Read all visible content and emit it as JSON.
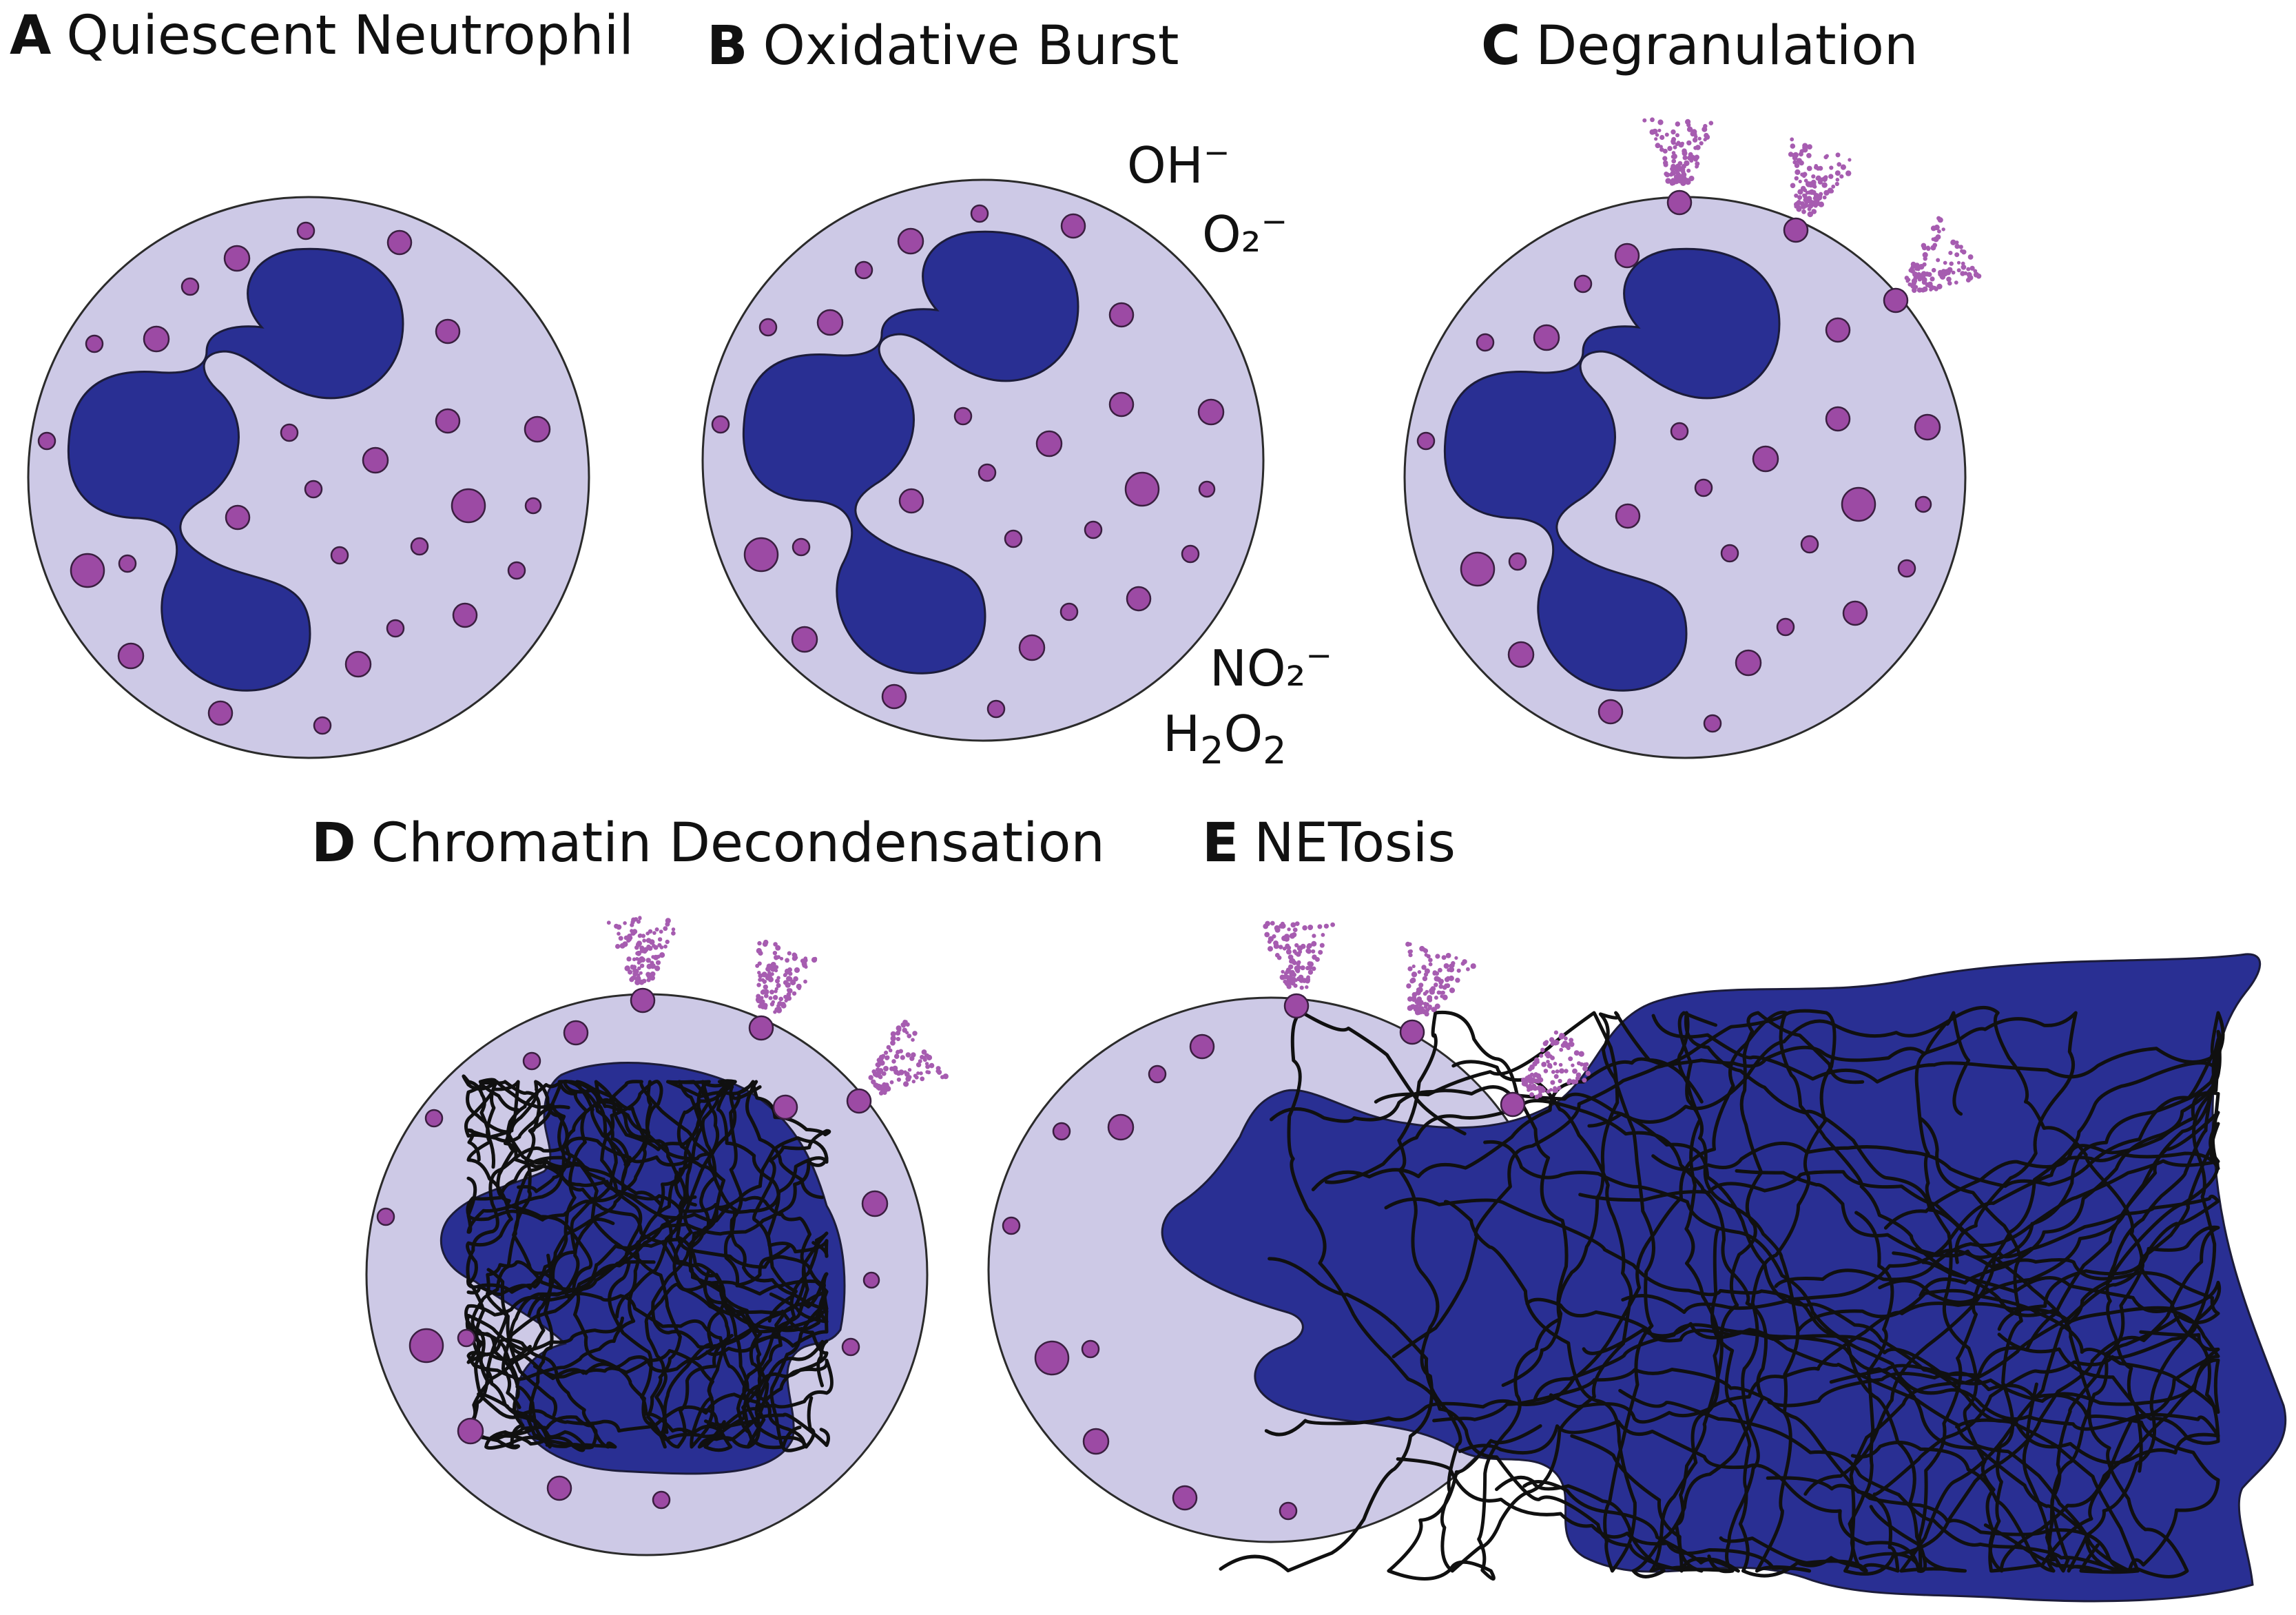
{
  "panels": {
    "a": {
      "letter": "A",
      "title": "Quiescent Neutrophil"
    },
    "b": {
      "letter": "B",
      "title": "Oxidative Burst"
    },
    "c": {
      "letter": "C",
      "title": "Degranulation"
    },
    "d": {
      "letter": "D",
      "title": "Chromatin Decondensation"
    },
    "e": {
      "letter": "E",
      "title": "NETosis"
    }
  },
  "ros_labels": {
    "hydroxide": {
      "base": "OH",
      "sup": "−"
    },
    "superoxide": {
      "base": "O₂",
      "sup": "−"
    },
    "nitrite": {
      "base": "NO₂",
      "sup": "−"
    },
    "peroxide": {
      "part1": "H",
      "sub1": "2",
      "part2": "O",
      "sub2": "2"
    }
  },
  "colors": {
    "cytoplasm": "#cdc9e6",
    "nucleus": "#292f93",
    "granule": "#9c4aa4",
    "chromatin_fiber": "#101010"
  }
}
